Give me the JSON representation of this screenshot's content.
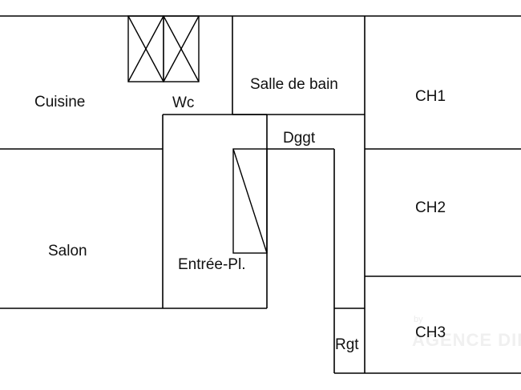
{
  "floor_plan": {
    "line_color": "#000000",
    "background": "#ffffff",
    "rooms": {
      "cuisine": "Cuisine",
      "wc": "Wc",
      "salle_de_bain": "Salle de bain",
      "ch1": "CH1",
      "dggt": "Dggt",
      "ch2": "CH2",
      "salon": "Salon",
      "entree": "Entrée-Pl.",
      "ch3": "CH3",
      "rgt": "Rgt"
    },
    "watermark": {
      "small": "by",
      "main": "AGENCE DIRE"
    }
  }
}
